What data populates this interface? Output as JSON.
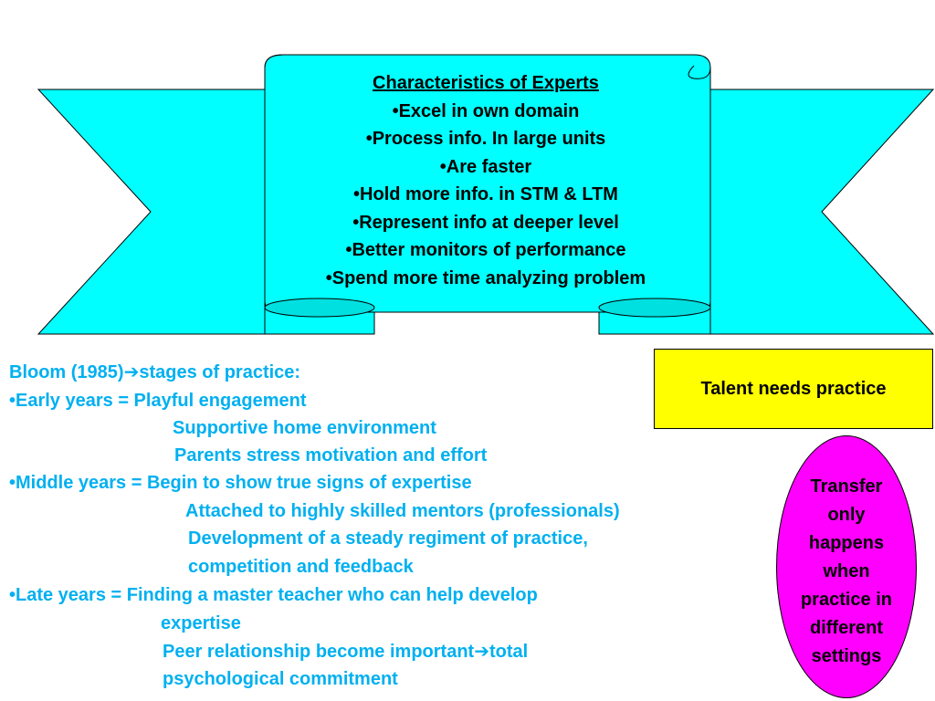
{
  "scroll": {
    "title": "Characteristics of Experts",
    "items": [
      "•Excel in own domain",
      "•Process info. In large units",
      "•Are faster",
      "•Hold more info. in STM & LTM",
      "•Represent info at deeper level",
      "•Better monitors of performance",
      "•Spend more time analyzing problem"
    ]
  },
  "talent_box": {
    "text": "Talent needs practice"
  },
  "transfer_oval": {
    "lines": [
      "Transfer",
      "only",
      "happens",
      "when",
      "practice in",
      "different",
      "settings"
    ]
  },
  "bloom": {
    "lines": [
      "Bloom (1985)",
      "stages of practice:",
      "•Early years = Playful engagement",
      "Supportive home environment",
      "Parents stress motivation and effort",
      "•Middle years = Begin to show true signs of expertise",
      "Attached to highly skilled mentors (professionals)",
      "Development of a steady regiment of practice,",
      "competition and feedback",
      "•Late years = Finding a master teacher who can help develop",
      "expertise",
      "Peer relationship become important",
      "total",
      "psychological commitment"
    ]
  },
  "colors": {
    "banner": "#00ffff",
    "talent_box": "#ffff00",
    "transfer_oval": "#ff00ff",
    "bloom_text": "#00b0f0"
  }
}
